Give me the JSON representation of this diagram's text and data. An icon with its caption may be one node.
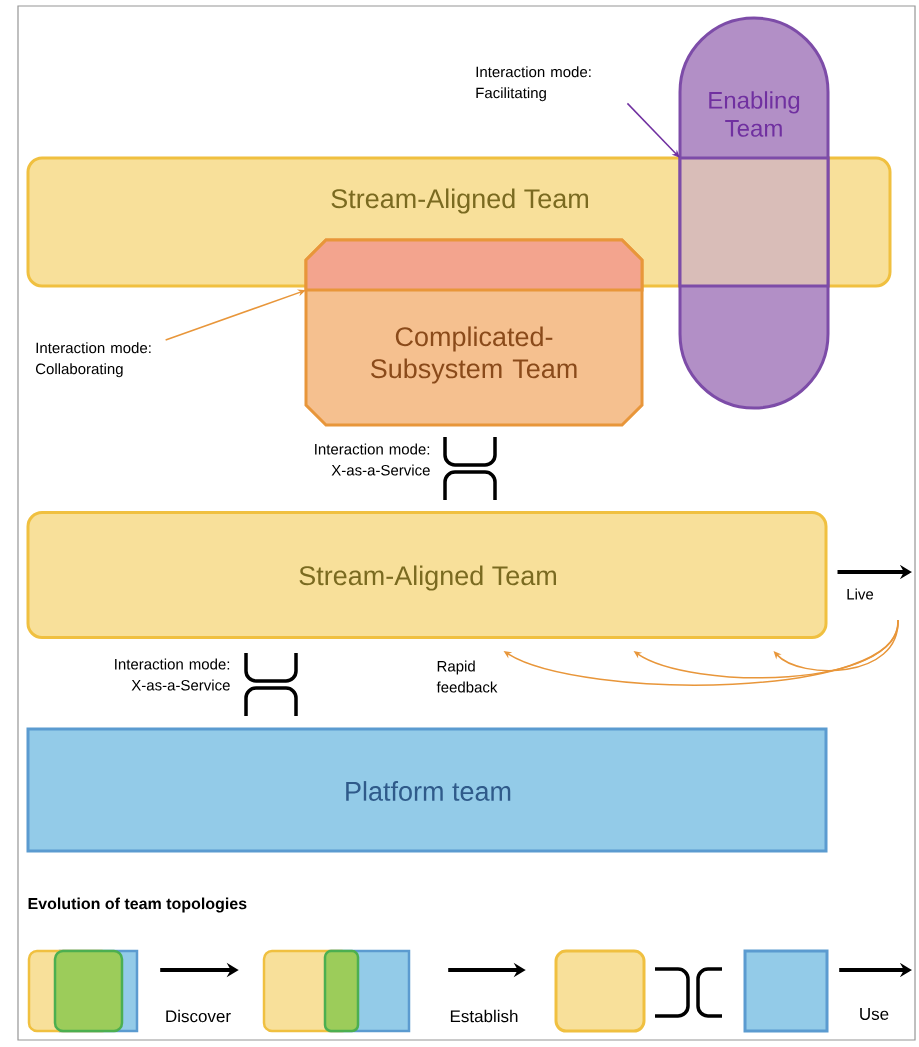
{
  "diagram": {
    "nodes": [
      {
        "text": [
          "Stream-Aligned Team"
        ]
      },
      {
        "text": [
          "Enabling Team"
        ]
      },
      {
        "text": [
          "Complicated-Subsystem Team"
        ]
      },
      {
        "text": [
          "Interaction mode: Facilitating"
        ]
      },
      {
        "text": [],
        "shape": "box"
      },
      {
        "text": [
          "Interaction mode: Collaborating"
        ]
      },
      {
        "text": [],
        "shape": "box"
      },
      {
        "text": [
          "Stream-Aligned Team"
        ]
      },
      {
        "text": [
          "Platform team"
        ]
      },
      {
        "text": [],
        "shape": "box"
      },
      {
        "text": [],
        "shape": "box"
      },
      {
        "text": [],
        "shape": "box"
      },
      {
        "text": [],
        "shape": "box"
      }
    ],
    "edges": [
      {
        "from": 3,
        "to": 4,
        "arrow": "to",
        "color": "#7030a0"
      },
      {
        "from": 5,
        "to": 6,
        "arrow": "to",
        "color": "#e8963a"
      },
      {
        "from": 7,
        "to": null,
        "arrow": "to",
        "label": "Live",
        "style": "thick",
        "color": "#000000"
      },
      {
        "from": null,
        "to": 7,
        "arrow": "to",
        "label": "Rapid feedback",
        "color": "#e8963a"
      },
      {
        "from": null,
        "to": 7,
        "arrow": "to",
        "color": "#e8963a"
      },
      {
        "from": null,
        "to": 7,
        "arrow": "to",
        "color": "#e8963a"
      },
      {
        "from": 9,
        "to": 10,
        "arrow": "to",
        "label": "Discover",
        "style": "thick",
        "color": "#000000"
      },
      {
        "from": 10,
        "to": 11,
        "arrow": "to",
        "label": "Establish",
        "style": "thick",
        "color": "#000000"
      },
      {
        "from": 12,
        "to": null,
        "arrow": "to",
        "label": "Use",
        "style": "thick",
        "color": "#000000"
      }
    ],
    "labels": [
      "Interaction mode: X-as-a-Service",
      "Interaction mode: X-as-a-Service",
      "Evolution of team topologies"
    ]
  }
}
